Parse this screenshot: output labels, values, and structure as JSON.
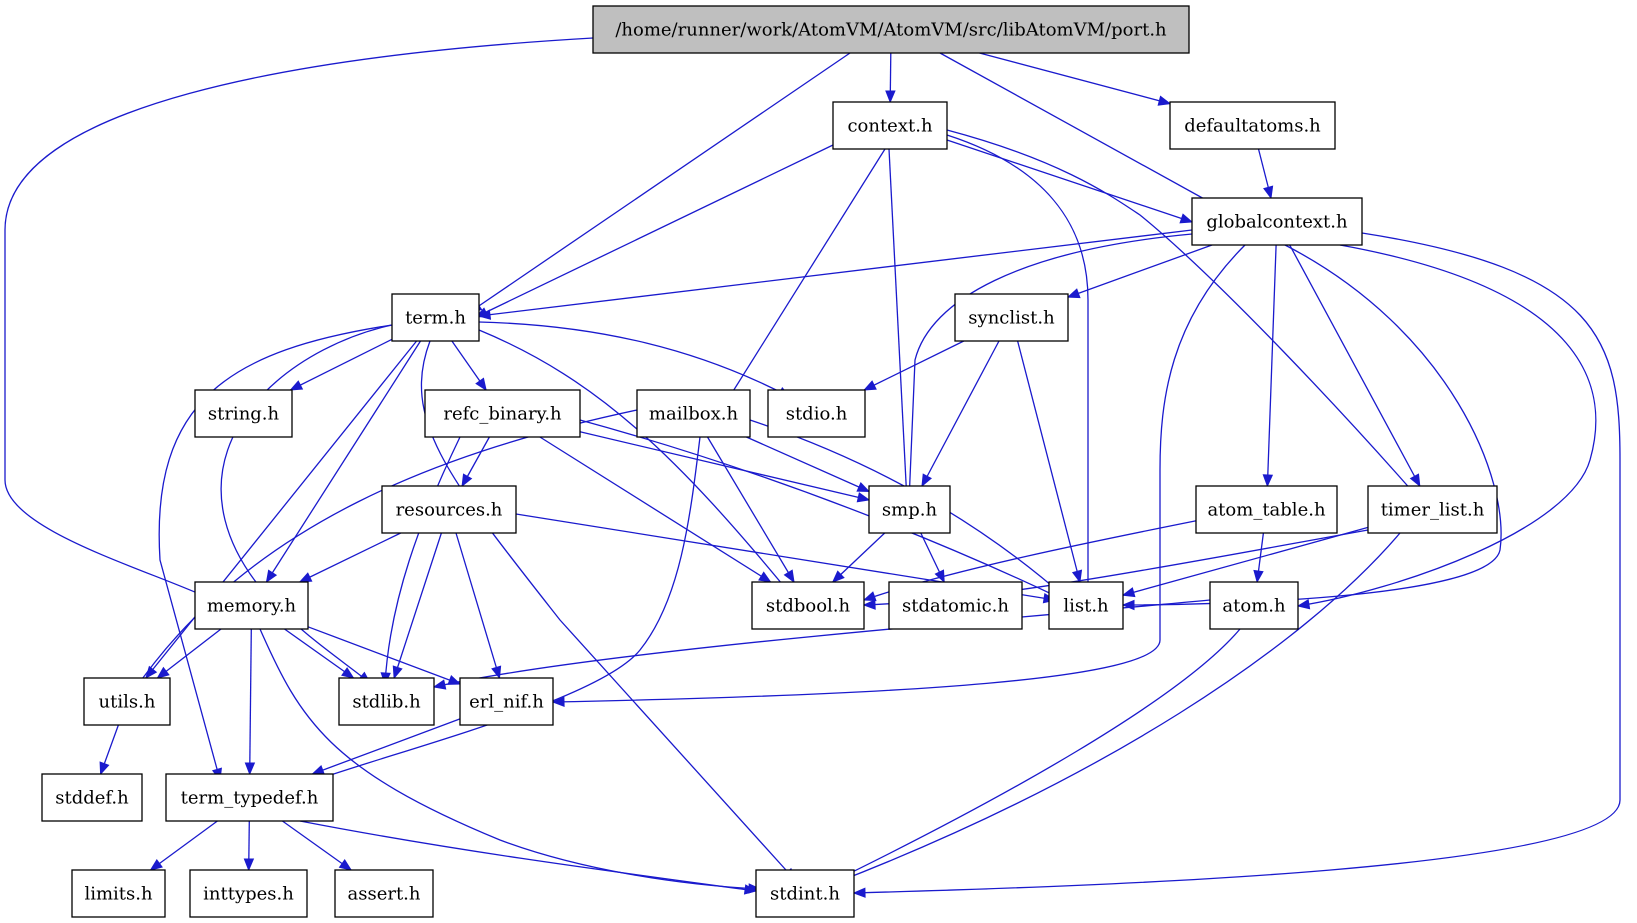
{
  "graph": {
    "nodes": [
      {
        "id": "port",
        "label": "/home/runner/work/AtomVM/AtomVM/src/libAtomVM/port.h",
        "root": true
      },
      {
        "id": "context",
        "label": "context.h"
      },
      {
        "id": "defaultatoms",
        "label": "defaultatoms.h"
      },
      {
        "id": "globalcontext",
        "label": "globalcontext.h"
      },
      {
        "id": "term",
        "label": "term.h"
      },
      {
        "id": "synclist",
        "label": "synclist.h"
      },
      {
        "id": "string",
        "label": "string.h"
      },
      {
        "id": "refc_binary",
        "label": "refc_binary.h"
      },
      {
        "id": "mailbox",
        "label": "mailbox.h"
      },
      {
        "id": "stdio",
        "label": "stdio.h"
      },
      {
        "id": "resources",
        "label": "resources.h"
      },
      {
        "id": "smp",
        "label": "smp.h"
      },
      {
        "id": "atom_table",
        "label": "atom_table.h"
      },
      {
        "id": "timer_list",
        "label": "timer_list.h"
      },
      {
        "id": "memory",
        "label": "memory.h"
      },
      {
        "id": "stdbool",
        "label": "stdbool.h"
      },
      {
        "id": "stdatomic",
        "label": "stdatomic.h"
      },
      {
        "id": "list",
        "label": "list.h"
      },
      {
        "id": "atom",
        "label": "atom.h"
      },
      {
        "id": "utils",
        "label": "utils.h"
      },
      {
        "id": "stdlib",
        "label": "stdlib.h"
      },
      {
        "id": "erl_nif",
        "label": "erl_nif.h"
      },
      {
        "id": "stddef",
        "label": "stddef.h"
      },
      {
        "id": "term_typedef",
        "label": "term_typedef.h"
      },
      {
        "id": "limits",
        "label": "limits.h"
      },
      {
        "id": "inttypes",
        "label": "inttypes.h"
      },
      {
        "id": "assert",
        "label": "assert.h"
      },
      {
        "id": "stdint",
        "label": "stdint.h"
      }
    ],
    "edges": [
      {
        "from": "port",
        "to": "context"
      },
      {
        "from": "port",
        "to": "defaultatoms"
      },
      {
        "from": "port",
        "to": "globalcontext"
      },
      {
        "from": "port",
        "to": "term"
      },
      {
        "from": "port",
        "to": "memory"
      },
      {
        "from": "context",
        "to": "globalcontext"
      },
      {
        "from": "context",
        "to": "term"
      },
      {
        "from": "context",
        "to": "mailbox"
      },
      {
        "from": "context",
        "to": "smp"
      },
      {
        "from": "context",
        "to": "list"
      },
      {
        "from": "context",
        "to": "timer_list"
      },
      {
        "from": "defaultatoms",
        "to": "globalcontext"
      },
      {
        "from": "globalcontext",
        "to": "term"
      },
      {
        "from": "globalcontext",
        "to": "synclist"
      },
      {
        "from": "globalcontext",
        "to": "smp"
      },
      {
        "from": "globalcontext",
        "to": "atom_table"
      },
      {
        "from": "globalcontext",
        "to": "timer_list"
      },
      {
        "from": "globalcontext",
        "to": "atom"
      },
      {
        "from": "globalcontext",
        "to": "list"
      },
      {
        "from": "globalcontext",
        "to": "erl_nif"
      },
      {
        "from": "globalcontext",
        "to": "stdint"
      },
      {
        "from": "term",
        "to": "string"
      },
      {
        "from": "term",
        "to": "refc_binary"
      },
      {
        "from": "term",
        "to": "stdio"
      },
      {
        "from": "term",
        "to": "stdbool"
      },
      {
        "from": "term",
        "to": "memory"
      },
      {
        "from": "term",
        "to": "utils"
      },
      {
        "from": "term",
        "to": "stdlib"
      },
      {
        "from": "term",
        "to": "term_typedef"
      },
      {
        "from": "term",
        "to": "stdint"
      },
      {
        "from": "synclist",
        "to": "stdio"
      },
      {
        "from": "synclist",
        "to": "smp"
      },
      {
        "from": "synclist",
        "to": "list"
      },
      {
        "from": "refc_binary",
        "to": "resources"
      },
      {
        "from": "refc_binary",
        "to": "smp"
      },
      {
        "from": "refc_binary",
        "to": "stdbool"
      },
      {
        "from": "refc_binary",
        "to": "list"
      },
      {
        "from": "refc_binary",
        "to": "stdlib"
      },
      {
        "from": "mailbox",
        "to": "smp"
      },
      {
        "from": "mailbox",
        "to": "stdbool"
      },
      {
        "from": "mailbox",
        "to": "list"
      },
      {
        "from": "mailbox",
        "to": "utils"
      },
      {
        "from": "mailbox",
        "to": "term_typedef"
      },
      {
        "from": "resources",
        "to": "memory"
      },
      {
        "from": "resources",
        "to": "list"
      },
      {
        "from": "resources",
        "to": "stdlib"
      },
      {
        "from": "resources",
        "to": "erl_nif"
      },
      {
        "from": "smp",
        "to": "stdbool"
      },
      {
        "from": "smp",
        "to": "stdatomic"
      },
      {
        "from": "atom_table",
        "to": "stdbool"
      },
      {
        "from": "atom_table",
        "to": "atom"
      },
      {
        "from": "timer_list",
        "to": "list"
      },
      {
        "from": "timer_list",
        "to": "stdbool"
      },
      {
        "from": "timer_list",
        "to": "stdint"
      },
      {
        "from": "atom",
        "to": "stdlib"
      },
      {
        "from": "atom",
        "to": "stdint"
      },
      {
        "from": "memory",
        "to": "utils"
      },
      {
        "from": "memory",
        "to": "stdlib"
      },
      {
        "from": "memory",
        "to": "erl_nif"
      },
      {
        "from": "memory",
        "to": "term_typedef"
      },
      {
        "from": "memory",
        "to": "stdint"
      },
      {
        "from": "utils",
        "to": "stddef"
      },
      {
        "from": "erl_nif",
        "to": "term_typedef"
      },
      {
        "from": "term_typedef",
        "to": "limits"
      },
      {
        "from": "term_typedef",
        "to": "inttypes"
      },
      {
        "from": "term_typedef",
        "to": "assert"
      },
      {
        "from": "term_typedef",
        "to": "stdint"
      }
    ]
  }
}
